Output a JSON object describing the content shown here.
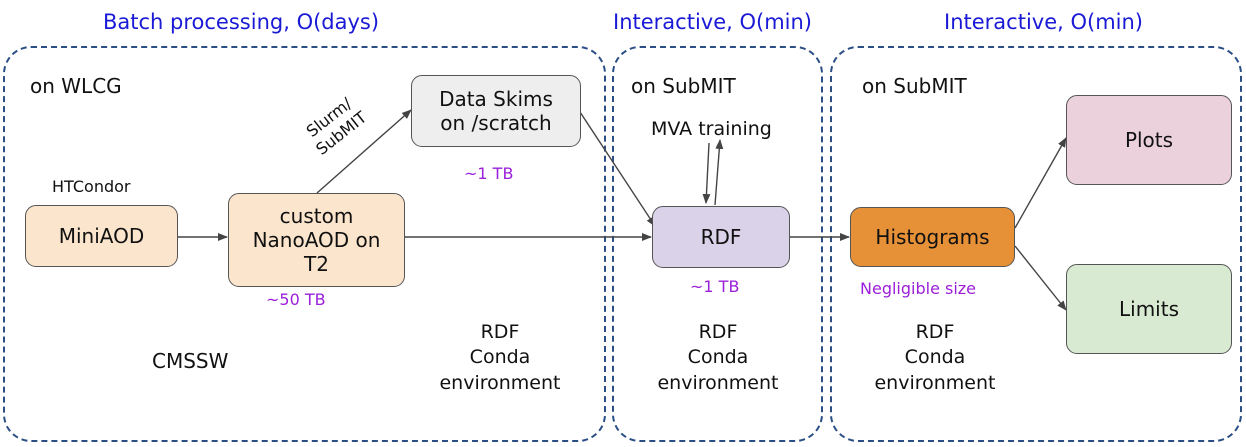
{
  "headers": {
    "batch": "Batch processing, O(days)",
    "interactive1": "Interactive, O(min)",
    "interactive2": "Interactive, O(min)"
  },
  "panels": {
    "wlcg": {
      "label": "on WLCG"
    },
    "submit1": {
      "label": "on SubMIT"
    },
    "submit2": {
      "label": "on SubMIT"
    }
  },
  "nodes": {
    "miniaod": "MiniAOD",
    "htcondor": "HTCondor",
    "custom_nano": [
      "custom",
      "NanoAOD on",
      "T2"
    ],
    "data_skims": [
      "Data Skims",
      "on /scratch"
    ],
    "slurm": [
      "Slurm/",
      "SubMIT"
    ],
    "rdf": "RDF",
    "mva": "MVA training",
    "histograms": "Histograms",
    "plots": "Plots",
    "limits": "Limits"
  },
  "sizes": {
    "nano": "~50 TB",
    "skims": "~1 TB",
    "rdf": "~1 TB",
    "hist": "Negligible size"
  },
  "environments": {
    "cmssw": "CMSSW",
    "env1": [
      "RDF",
      "Conda",
      "environment"
    ],
    "env2": [
      "RDF",
      "Conda",
      "environment"
    ],
    "env3": [
      "RDF",
      "Conda",
      "environment"
    ]
  },
  "colors": {
    "header_blue": "#1a1ad6",
    "size_purple": "#9b1fd9",
    "panel_border": "#2b4f85",
    "peach": "#fce5cd",
    "grey": "#eeeeee",
    "lavender": "#d9d2e9",
    "orange": "#e69138",
    "pink": "#ead1dc",
    "green": "#d9ead3"
  }
}
